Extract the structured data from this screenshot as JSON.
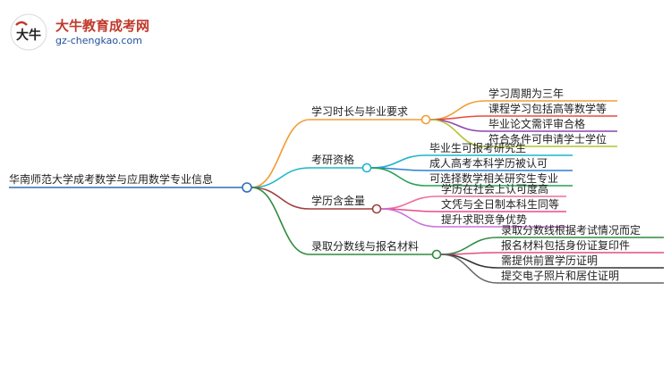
{
  "header": {
    "site_name": "大牛教育成考网",
    "site_url": "gz-chengkao.com",
    "logo_glyph": "大牛"
  },
  "mindmap": {
    "root": "华南师范大学成考数学与应用数学专业信息",
    "branches": [
      {
        "label": "学习时长与毕业要求",
        "color": "#f39c33",
        "children": [
          {
            "label": "学习周期为三年",
            "color": "#f39c33"
          },
          {
            "label": "课程学习包括高等数学等",
            "color": "#e74c3c"
          },
          {
            "label": "毕业论文需评审合格",
            "color": "#8e44ad"
          },
          {
            "label": "符合条件可申请学士学位",
            "color": "#b5c334"
          }
        ]
      },
      {
        "label": "考研资格",
        "color": "#1fb5c9",
        "children": [
          {
            "label": "毕业生可报考研究生",
            "color": "#1fb5c9"
          },
          {
            "label": "成人高考本科学历被认可",
            "color": "#2f7fd0"
          },
          {
            "label": "可选择数学相关研究生专业",
            "color": "#27a055"
          }
        ]
      },
      {
        "label": "学历含金量",
        "color": "#a0403f",
        "children": [
          {
            "label": "学历在社会上认可度高",
            "color": "#f06f9c"
          },
          {
            "label": "文凭与全日制本科生同等",
            "color": "#e84d8a"
          },
          {
            "label": "提升求职竞争优势",
            "color": "#c873d9"
          }
        ]
      },
      {
        "label": "录取分数线与报名材料",
        "color": "#2e8b3d",
        "children": [
          {
            "label": "录取分数线根据考试情况而定",
            "color": "#2e8b3d"
          },
          {
            "label": "报名材料包括身份证复印件",
            "color": "#e05080"
          },
          {
            "label": "需提供前置学历证明",
            "color": "#333333"
          },
          {
            "label": "提交电子照片和居住证明",
            "color": "#666666"
          }
        ]
      }
    ]
  }
}
